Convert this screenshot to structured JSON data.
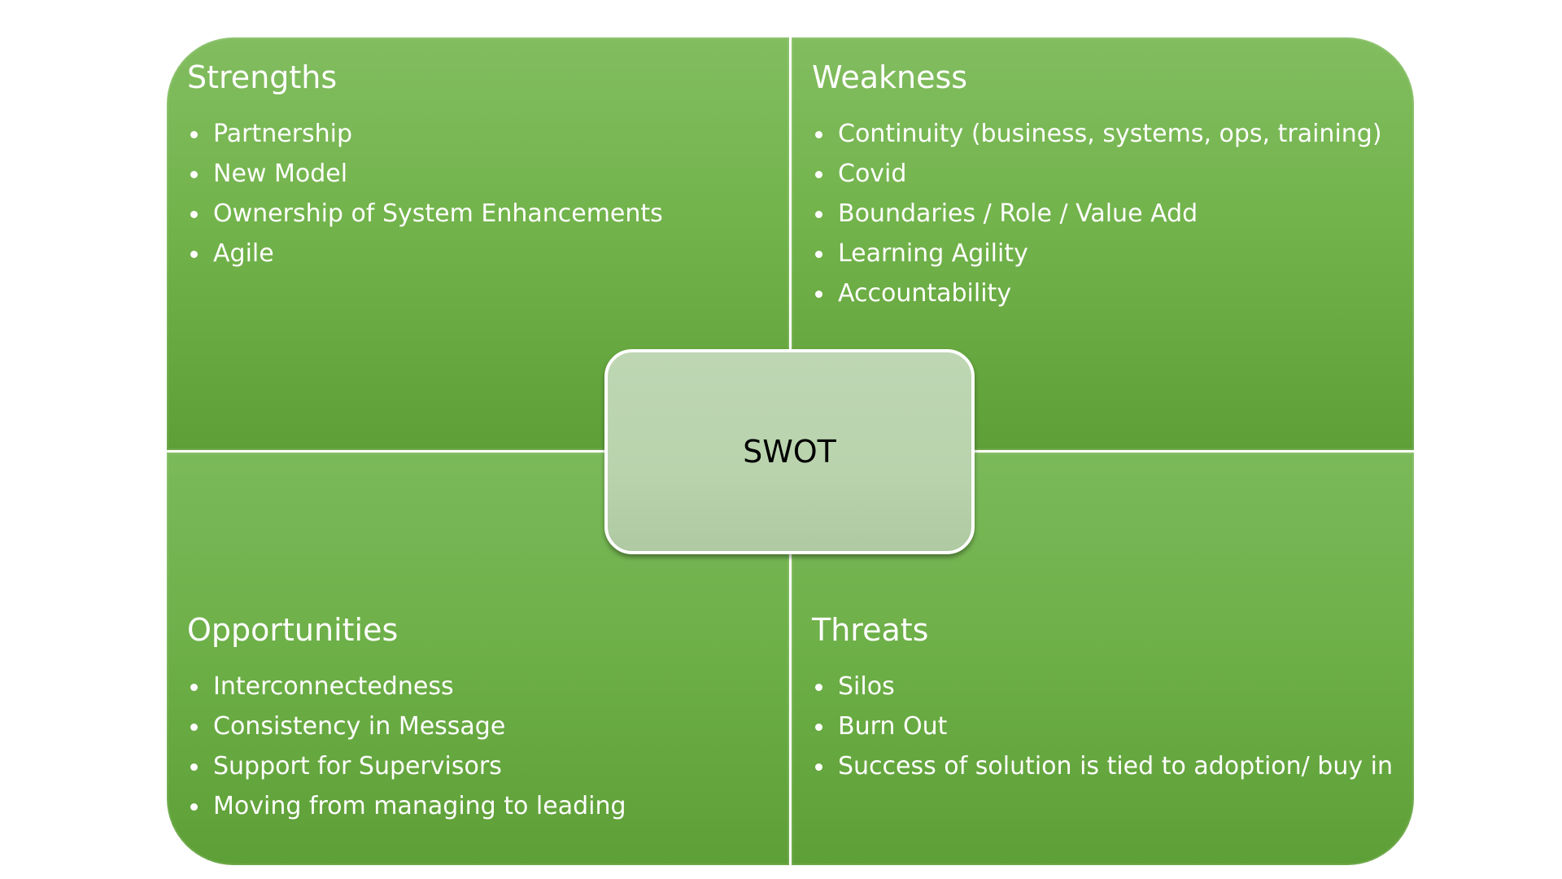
{
  "swot": {
    "center_label": "SWOT",
    "strengths": {
      "title": "Strengths",
      "items": [
        "Partnership",
        "New Model",
        "Ownership of System Enhancements",
        "Agile"
      ]
    },
    "weakness": {
      "title": "Weakness",
      "items": [
        "Continuity (business, systems, ops, training)",
        "Covid",
        "Boundaries / Role / Value Add",
        "Learning Agility",
        "Accountability"
      ]
    },
    "opportunities": {
      "title": "Opportunities",
      "items": [
        "Interconnectedness",
        "Consistency in Message",
        "Support for Supervisors",
        "Moving from managing to leading"
      ]
    },
    "threats": {
      "title": "Threats",
      "items": [
        "Silos",
        "Burn Out",
        "Success of solution is tied to adoption/ buy in"
      ]
    }
  },
  "colors": {
    "quadrant_green": "#72b34b",
    "center_fill": "#bad4ae",
    "text_light": "#ffffff",
    "text_dark": "#000000"
  }
}
